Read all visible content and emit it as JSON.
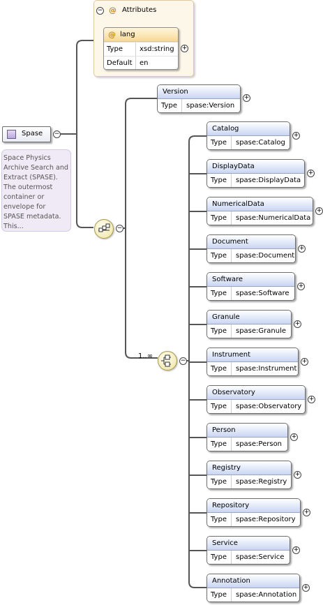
{
  "root": {
    "name": "Spase",
    "documentation": [
      "Space Physics",
      "Archive Search and",
      "Extract (SPASE).",
      "The outermost",
      "container or",
      "envelope for",
      "SPASE metadata.",
      "This..."
    ]
  },
  "attributes": {
    "title": "Attributes",
    "attribute": {
      "name": "lang",
      "type_label": "Type",
      "type": "xsd:string",
      "default_label": "Default",
      "default": "en"
    }
  },
  "sequence": {
    "version": {
      "name": "Version",
      "type_label": "Type",
      "type": "spase:Version"
    },
    "choice_multiplicity": "1..∞",
    "choices": [
      {
        "name": "Catalog",
        "type_label": "Type",
        "type": "spase:Catalog"
      },
      {
        "name": "DisplayData",
        "type_label": "Type",
        "type": "spase:DisplayData"
      },
      {
        "name": "NumericalData",
        "type_label": "Type",
        "type": "spase:NumericalData"
      },
      {
        "name": "Document",
        "type_label": "Type",
        "type": "spase:Document"
      },
      {
        "name": "Software",
        "type_label": "Type",
        "type": "spase:Software"
      },
      {
        "name": "Granule",
        "type_label": "Type",
        "type": "spase:Granule"
      },
      {
        "name": "Instrument",
        "type_label": "Type",
        "type": "spase:Instrument"
      },
      {
        "name": "Observatory",
        "type_label": "Type",
        "type": "spase:Observatory"
      },
      {
        "name": "Person",
        "type_label": "Type",
        "type": "spase:Person"
      },
      {
        "name": "Registry",
        "type_label": "Type",
        "type": "spase:Registry"
      },
      {
        "name": "Repository",
        "type_label": "Type",
        "type": "spase:Repository"
      },
      {
        "name": "Service",
        "type_label": "Type",
        "type": "spase:Service"
      },
      {
        "name": "Annotation",
        "type_label": "Type",
        "type": "spase:Annotation"
      }
    ]
  },
  "icons": {
    "collapse": "minus-circle-icon",
    "expand": "plus-circle-icon",
    "attribute": "at-sign-icon",
    "sequence": "sequence-compositor-icon",
    "choice": "choice-compositor-icon",
    "element": "element-square-icon"
  },
  "colors": {
    "element_header": "#c9d5f2",
    "attribute_group_bg": "#fdf7ea",
    "attribute_header": "#f8d996",
    "documentation_bg": "#efeaf6",
    "compositor_fill": "#f3ebb6",
    "connector": "#555555"
  }
}
